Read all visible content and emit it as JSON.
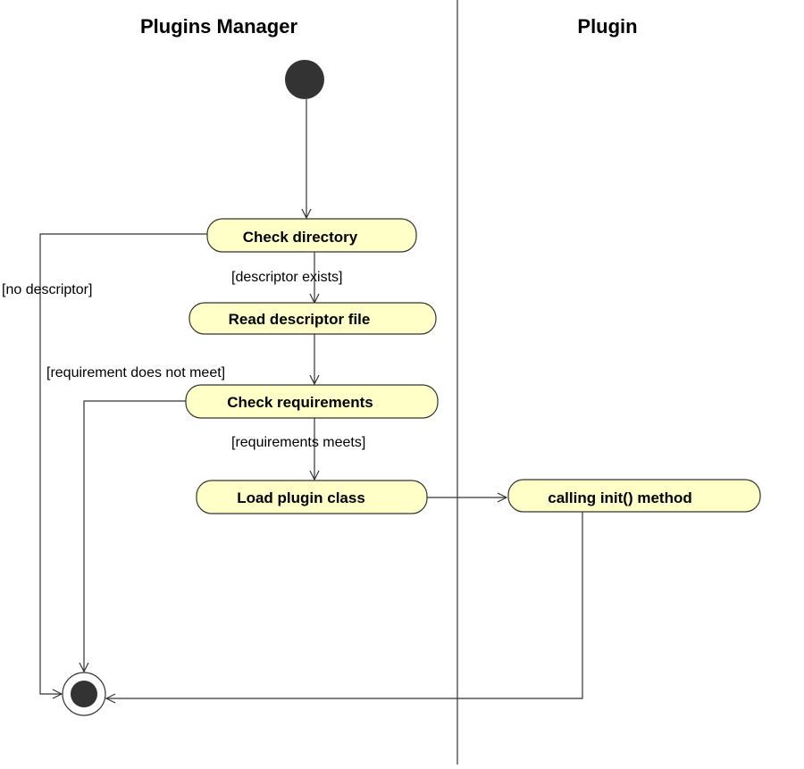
{
  "colors": {
    "activity_fill": "#ffffc8",
    "stroke": "#333333",
    "node_fill": "#333333",
    "background": "#ffffff"
  },
  "lanes": {
    "left_title": "Plugins Manager",
    "right_title": "Plugin"
  },
  "activities": {
    "check_directory": "Check directory",
    "read_descriptor": "Read descriptor file",
    "check_requirements": "Check requirements",
    "load_plugin_class": "Load plugin class",
    "calling_init": "calling init() method"
  },
  "guards": {
    "descriptor_exists": "[descriptor exists]",
    "no_descriptor": "[no descriptor]",
    "requirement_not_met": "[requirement does not meet]",
    "requirements_meets": "[requirements meets]"
  }
}
